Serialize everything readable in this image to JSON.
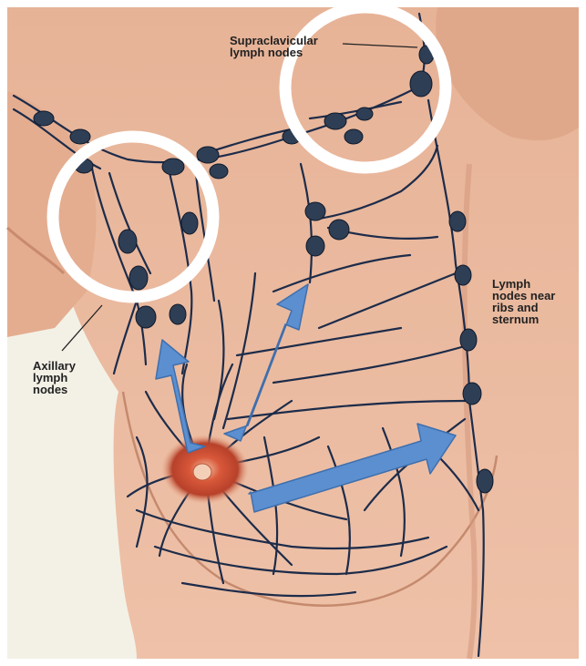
{
  "labels": {
    "supraclavicular": "Supraclavicular\nlymph nodes",
    "axillary": "Axillary\nlymph\nnodes",
    "sternum": "Lymph\nnodes near\nribs and\nsternum"
  },
  "colors": {
    "skin": "#e9b79c",
    "skin_shadow": "#cf8f72",
    "background": "#f3f1e6",
    "vessel": "#1d2c4a",
    "node": "#2e3e55",
    "highlight_circle": "#ffffff",
    "arrow": "#5b8fd0",
    "tumor": "#c0442a"
  },
  "icons": [
    "spread-arrow",
    "highlight-circle",
    "lymph-node"
  ]
}
